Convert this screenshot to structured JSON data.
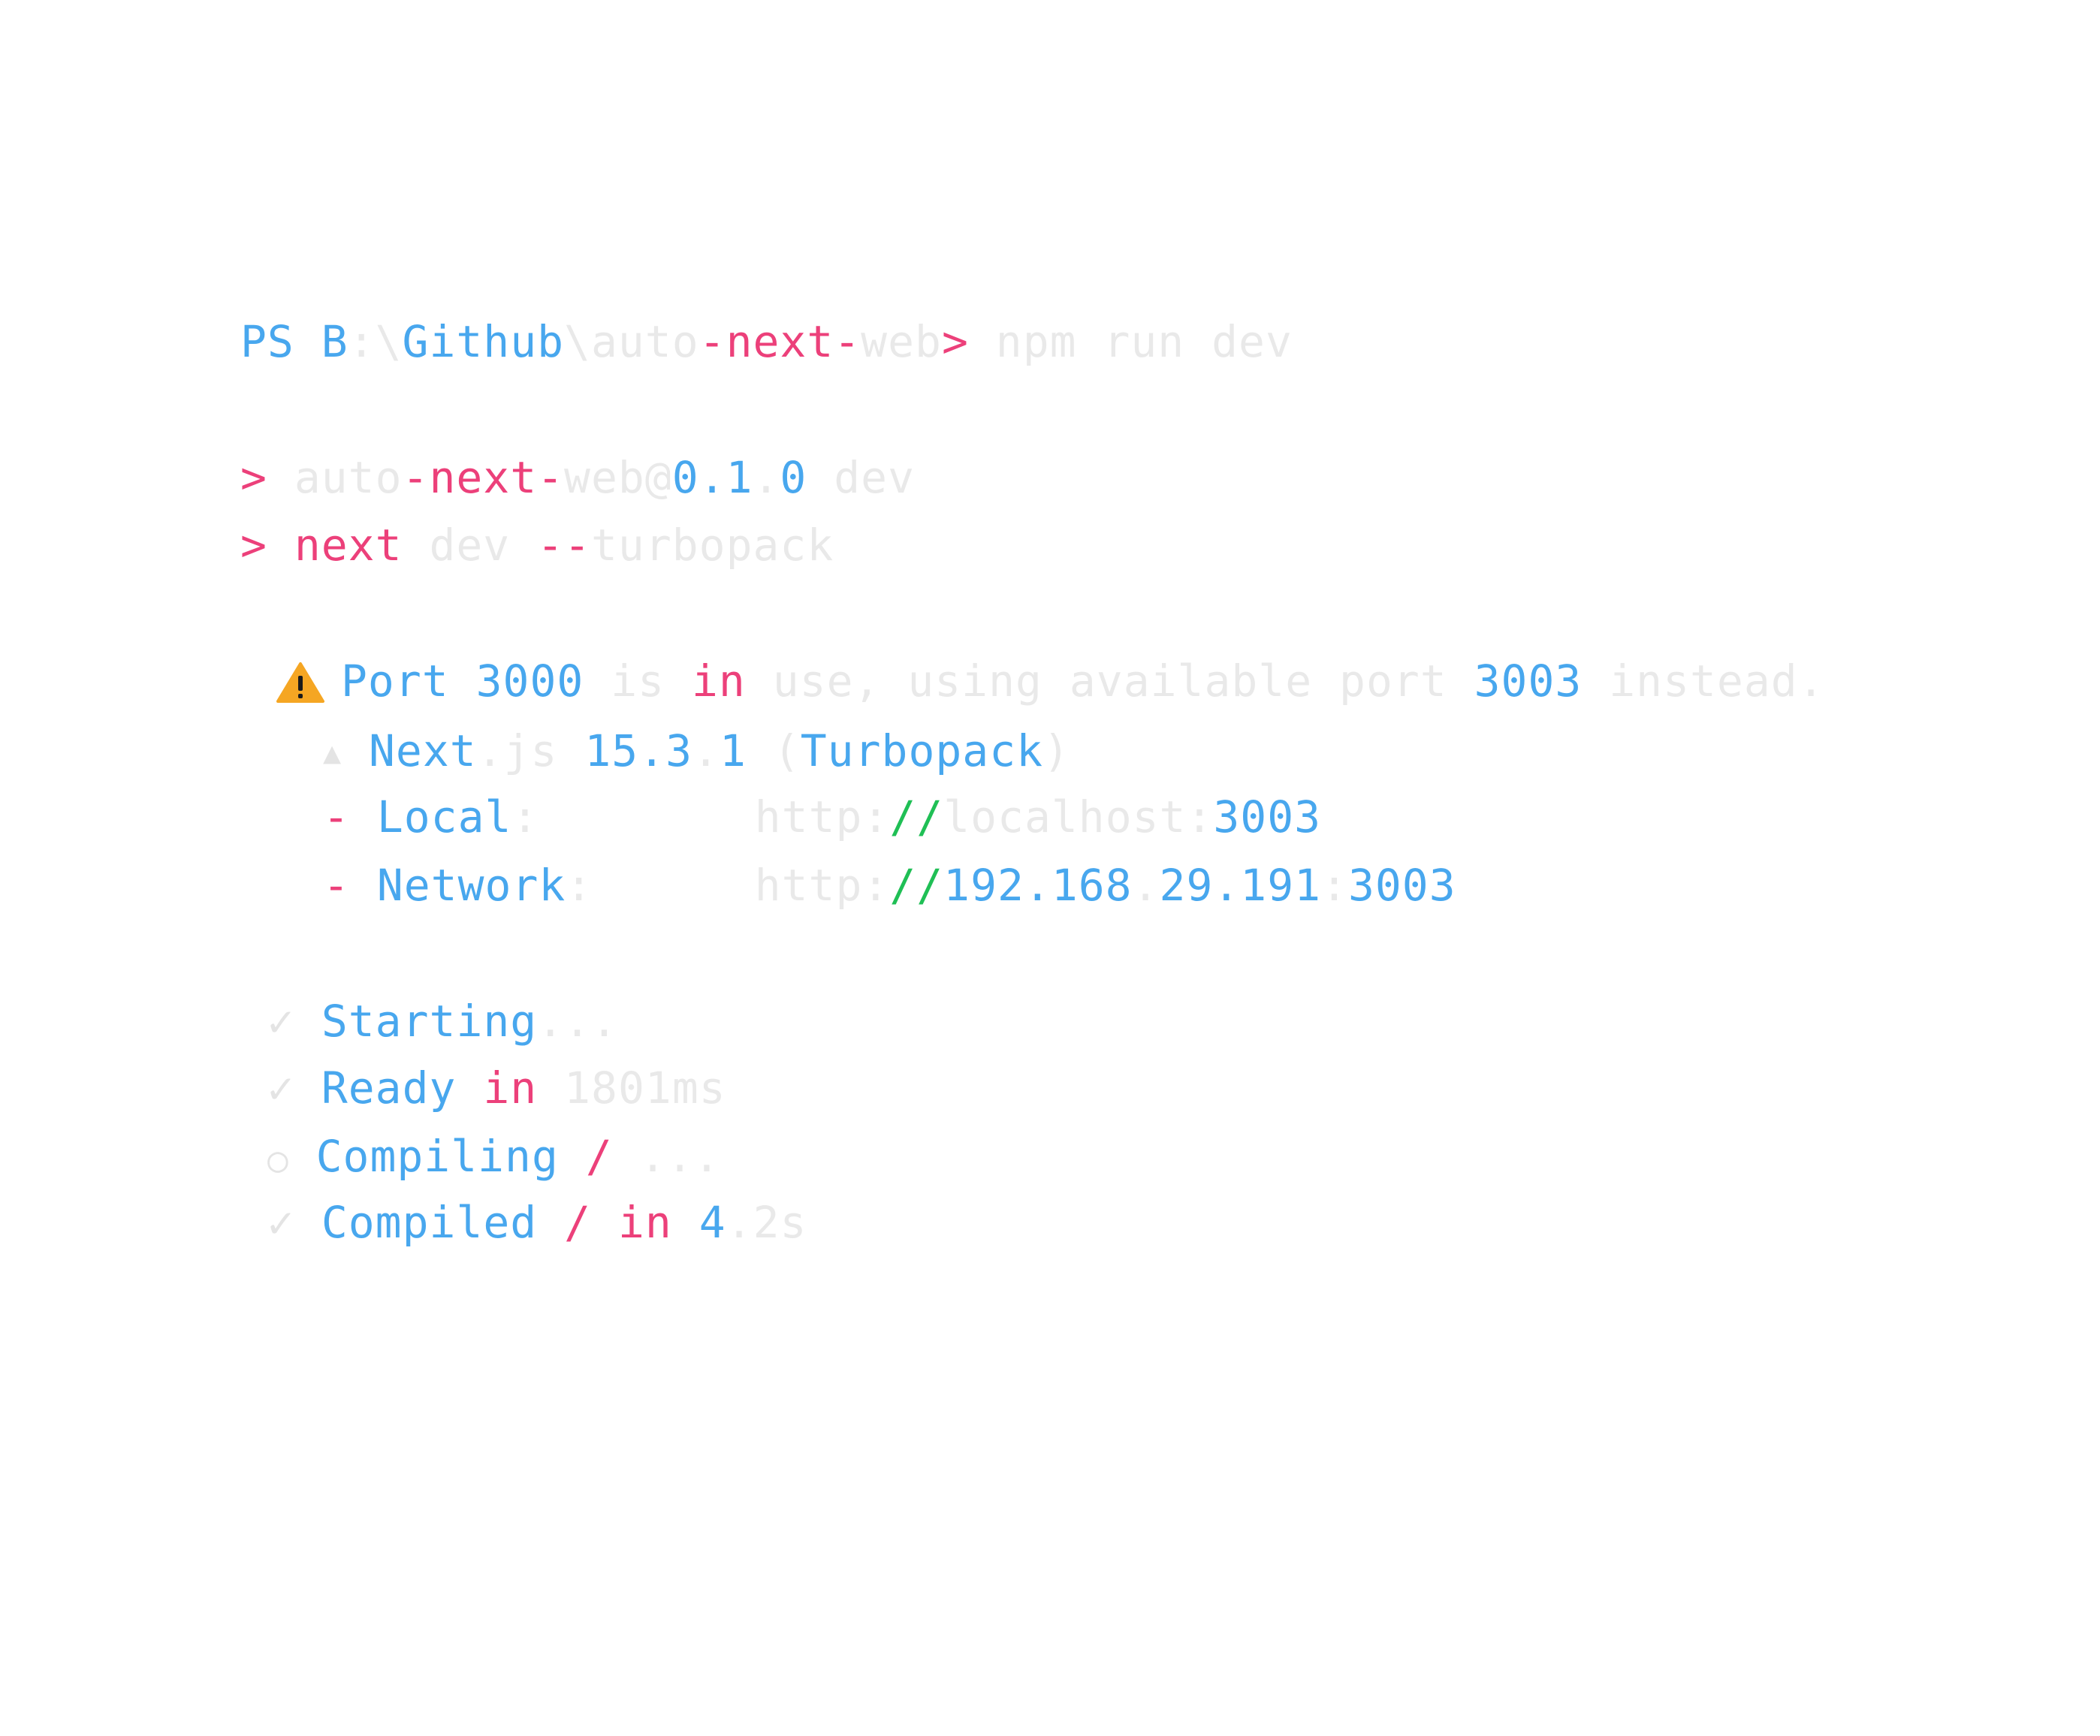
{
  "colors": {
    "blue": "#48a7ee",
    "pink": "#ec407a",
    "dim": "#e9e9e9",
    "green": "#1fbf55",
    "warning": "#f5a623"
  },
  "prompt": {
    "ps": "PS",
    "drive": "B",
    "colon": ":",
    "sep1": "\\",
    "folder": "Github",
    "sep2": "\\",
    "proj_a": "auto",
    "proj_b": "-next-",
    "proj_c": "web",
    "gt": ">",
    "command": " npm run dev"
  },
  "script_header": {
    "line1": {
      "marker": ">",
      "pkg_a": "auto",
      "pkg_b": "-next-",
      "pkg_c": "web@",
      "v_major": "0",
      "v_dot1": ".",
      "v_minor": "1",
      "v_dot2": ".",
      "v_patch": "0",
      "script": " dev"
    },
    "line2": {
      "marker": ">",
      "bin": "next",
      "args_a": " dev ",
      "args_b": "--",
      "args_c": "turbopack"
    }
  },
  "warning": {
    "icon": "warning-icon",
    "w1": "Port",
    "port_old": "3000",
    "w2": " is ",
    "w3": "in",
    "w4": " use, using available port ",
    "port_new": "3003",
    "w5": " instead."
  },
  "next_info": {
    "marker": "▲",
    "name": "Next",
    "ext": ".js",
    "ver_a": "15.3",
    "ver_dot": ".",
    "ver_b": "1",
    "paren_open": "(",
    "bundler": "Turbopack",
    "paren_close": ")"
  },
  "local": {
    "dash": "-",
    "label": "Local",
    "colon": ":",
    "scheme": "http:",
    "slashes": "//",
    "host": "localhost:",
    "port": "3003"
  },
  "network": {
    "dash": "-",
    "label": "Network",
    "colon": ":",
    "scheme": "http:",
    "slashes": "//",
    "ip_a": "192.168",
    "ip_dot": ".",
    "ip_b": "29.191",
    "ip_colon": ":",
    "port": "3003"
  },
  "status": [
    {
      "icon": "check-icon",
      "mark": "✓",
      "parts": [
        "Starting",
        "..."
      ]
    },
    {
      "icon": "check-icon",
      "mark": "✓",
      "parts": [
        "Ready",
        "in",
        "1801ms"
      ]
    },
    {
      "icon": "circle-icon",
      "mark": "○",
      "parts": [
        "Compiling",
        "/",
        "..."
      ]
    },
    {
      "icon": "check-icon",
      "mark": "✓",
      "parts": [
        "Compiled",
        "/",
        "in",
        "4",
        ".2s"
      ]
    }
  ]
}
